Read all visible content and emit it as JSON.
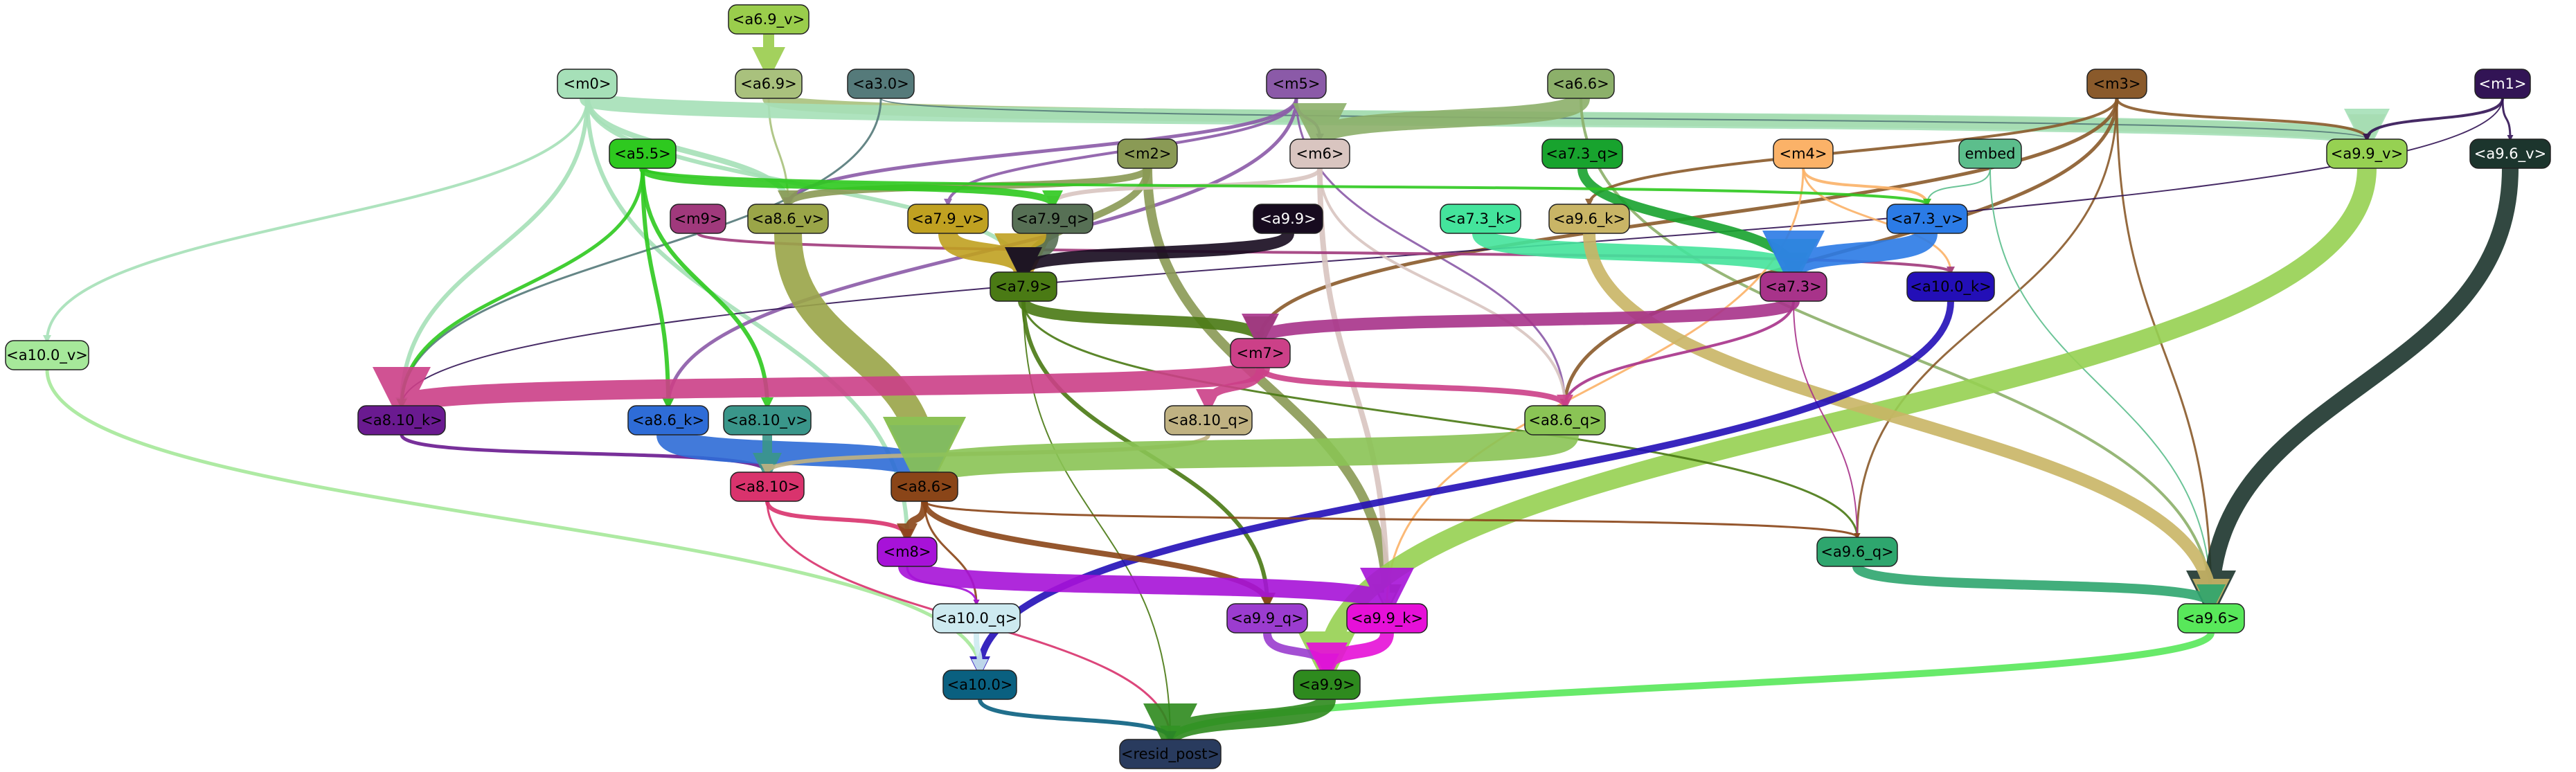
{
  "nodes": [
    {
      "id": "a6.9_v",
      "label": "<a6.9_v>",
      "color": "#9acd4c",
      "text": "#000000"
    },
    {
      "id": "a6.9",
      "label": "<a6.9>",
      "color": "#a9c17d",
      "text": "#000000"
    },
    {
      "id": "a3.0",
      "label": "<a3.0>",
      "color": "#557a7a",
      "text": "#000000"
    },
    {
      "id": "m0",
      "label": "<m0>",
      "color": "#a6e0b8",
      "text": "#000000"
    },
    {
      "id": "m5",
      "label": "<m5>",
      "color": "#8b5aa8",
      "text": "#000000"
    },
    {
      "id": "a6.6",
      "label": "<a6.6>",
      "color": "#8cb06a",
      "text": "#000000"
    },
    {
      "id": "m3",
      "label": "<m3>",
      "color": "#8a5a2b",
      "text": "#000000"
    },
    {
      "id": "m1",
      "label": "<m1>",
      "color": "#321455",
      "text": "#ffffff"
    },
    {
      "id": "m2",
      "label": "<m2>",
      "color": "#8a9a55",
      "text": "#000000"
    },
    {
      "id": "m6",
      "label": "<m6>",
      "color": "#d9c5c0",
      "text": "#000000"
    },
    {
      "id": "a7.3_q",
      "label": "<a7.3_q>",
      "color": "#18a32e",
      "text": "#000000"
    },
    {
      "id": "m4",
      "label": "<m4>",
      "color": "#fbb268",
      "text": "#000000"
    },
    {
      "id": "embed",
      "label": "embed",
      "color": "#5cbe8c",
      "text": "#000000"
    },
    {
      "id": "a9.9_v",
      "label": "<a9.9_v>",
      "color": "#96d152",
      "text": "#000000"
    },
    {
      "id": "a9.6_v",
      "label": "<a9.6_v>",
      "color": "#1c352d",
      "text": "#ffffff"
    },
    {
      "id": "a5.5",
      "label": "<a5.5>",
      "color": "#2ec91f",
      "text": "#000000"
    },
    {
      "id": "m9",
      "label": "<m9>",
      "color": "#a0397c",
      "text": "#000000"
    },
    {
      "id": "a8.6_v",
      "label": "<a8.6_v>",
      "color": "#9aa548",
      "text": "#000000"
    },
    {
      "id": "a7.9_v",
      "label": "<a7.9_v>",
      "color": "#c0a121",
      "text": "#000000"
    },
    {
      "id": "a7.9_q",
      "label": "<a7.9_q>",
      "color": "#577055",
      "text": "#000000"
    },
    {
      "id": "a9.9",
      "label": "<a9.9>",
      "color": "#170b1f",
      "text": "#ffffff"
    },
    {
      "id": "a7.3_k",
      "label": "<a7.3_k>",
      "color": "#44e49c",
      "text": "#000000"
    },
    {
      "id": "a9.6_k",
      "label": "<a9.6_k>",
      "color": "#c9b566",
      "text": "#000000"
    },
    {
      "id": "a7.3_v",
      "label": "<a7.3_v>",
      "color": "#2b7be6",
      "text": "#000000"
    },
    {
      "id": "a10.0_v",
      "label": "<a10.0_v>",
      "color": "#a6e89a",
      "text": "#000000"
    },
    {
      "id": "a7.9",
      "label": "<a7.9>",
      "color": "#4a7a14",
      "text": "#000000"
    },
    {
      "id": "a7.3",
      "label": "<a7.3>",
      "color": "#a8338a",
      "text": "#000000"
    },
    {
      "id": "a10.0_k",
      "label": "<a10.0_k>",
      "color": "#230fb7",
      "text": "#000000"
    },
    {
      "id": "m7",
      "label": "<m7>",
      "color": "#cc4088",
      "text": "#000000"
    },
    {
      "id": "a8.10_k",
      "label": "<a8.10_k>",
      "color": "#6a1a90",
      "text": "#000000"
    },
    {
      "id": "a8.6_k",
      "label": "<a8.6_k>",
      "color": "#2e6cd7",
      "text": "#000000"
    },
    {
      "id": "a8.10_v",
      "label": "<a8.10_v>",
      "color": "#3a968a",
      "text": "#000000"
    },
    {
      "id": "a8.10_q",
      "label": "<a8.10_q>",
      "color": "#c0b282",
      "text": "#000000"
    },
    {
      "id": "a8.6_q",
      "label": "<a8.6_q>",
      "color": "#8ac455",
      "text": "#000000"
    },
    {
      "id": "a8.10",
      "label": "<a8.10>",
      "color": "#d9336d",
      "text": "#000000"
    },
    {
      "id": "a8.6",
      "label": "<a8.6>",
      "color": "#8a4518",
      "text": "#000000"
    },
    {
      "id": "m8",
      "label": "<m8>",
      "color": "#a712d8",
      "text": "#000000"
    },
    {
      "id": "a9.6_q",
      "label": "<a9.6_q>",
      "color": "#2ea66e",
      "text": "#000000"
    },
    {
      "id": "a9.6",
      "label": "<a9.6>",
      "color": "#58e85a",
      "text": "#000000"
    },
    {
      "id": "a10.0_q",
      "label": "<a10.0_q>",
      "color": "#cdeaf0",
      "text": "#000000"
    },
    {
      "id": "a9.9_q",
      "label": "<a9.9_q>",
      "color": "#9b3ccf",
      "text": "#000000"
    },
    {
      "id": "a9.9_k",
      "label": "<a9.9_k>",
      "color": "#e610d8",
      "text": "#000000"
    },
    {
      "id": "a10.0",
      "label": "<a10.0>",
      "color": "#0a6080",
      "text": "#000000"
    },
    {
      "id": "a9.9b",
      "label": "<a9.9>",
      "color": "#2e8a1e",
      "text": "#000000"
    },
    {
      "id": "resid_post",
      "label": "<resid_post>",
      "color": "#293b5e",
      "text": "#000000"
    }
  ],
  "edges": [
    {
      "from": "a6.9_v",
      "to": "a6.9",
      "color": "#9acd4c",
      "weight": 16
    },
    {
      "from": "a6.9",
      "to": "a9.9_v",
      "color": "#a9c17d",
      "weight": 18
    },
    {
      "from": "a6.9",
      "to": "a8.6_v",
      "color": "#a9c17d",
      "weight": 3
    },
    {
      "from": "m0",
      "to": "a9.9_v",
      "color": "#a6e0b8",
      "weight": 22
    },
    {
      "from": "m0",
      "to": "a10.0_v",
      "color": "#a6e0b8",
      "weight": 4
    },
    {
      "from": "m0",
      "to": "a8.10_k",
      "color": "#a6e0b8",
      "weight": 6
    },
    {
      "from": "m0",
      "to": "m8",
      "color": "#a6e0b8",
      "weight": 6
    },
    {
      "from": "m0",
      "to": "a8.6_v",
      "color": "#a6e0b8",
      "weight": 8
    },
    {
      "from": "m0",
      "to": "a7.9",
      "color": "#a6e0b8",
      "weight": 6
    },
    {
      "from": "a3.0",
      "to": "a8.10_k",
      "color": "#557a7a",
      "weight": 3
    },
    {
      "from": "a3.0",
      "to": "a9.9_v",
      "color": "#557a7a",
      "weight": 2
    },
    {
      "from": "m5",
      "to": "a8.6_v",
      "color": "#8b5aa8",
      "weight": 5
    },
    {
      "from": "m5",
      "to": "a8.6_k",
      "color": "#8b5aa8",
      "weight": 5
    },
    {
      "from": "m5",
      "to": "m6",
      "color": "#8b5aa8",
      "weight": 4
    },
    {
      "from": "m5",
      "to": "a7.9_v",
      "color": "#8b5aa8",
      "weight": 4
    },
    {
      "from": "m5",
      "to": "a8.6_q",
      "color": "#8b5aa8",
      "weight": 3
    },
    {
      "from": "a6.6",
      "to": "m6",
      "color": "#8cb06a",
      "weight": 26
    },
    {
      "from": "a6.6",
      "to": "a9.6",
      "color": "#8cb06a",
      "weight": 4
    },
    {
      "from": "m3",
      "to": "a8.6_q",
      "color": "#8a5a2b",
      "weight": 5
    },
    {
      "from": "m3",
      "to": "m7",
      "color": "#8a5a2b",
      "weight": 5
    },
    {
      "from": "m3",
      "to": "a9.6_q",
      "color": "#8a5a2b",
      "weight": 3
    },
    {
      "from": "m3",
      "to": "a9.9_v",
      "color": "#8a5a2b",
      "weight": 4
    },
    {
      "from": "m3",
      "to": "a9.6_k",
      "color": "#8a5a2b",
      "weight": 4
    },
    {
      "from": "m3",
      "to": "a9.6",
      "color": "#8a5a2b",
      "weight": 3
    },
    {
      "from": "m1",
      "to": "a9.9_v",
      "color": "#321455",
      "weight": 4
    },
    {
      "from": "m1",
      "to": "a9.6_v",
      "color": "#321455",
      "weight": 3
    },
    {
      "from": "m1",
      "to": "a8.10_k",
      "color": "#321455",
      "weight": 2
    },
    {
      "from": "m2",
      "to": "a9.9_k",
      "color": "#8a9a55",
      "weight": 14
    },
    {
      "from": "m2",
      "to": "a8.6_v",
      "color": "#8a9a55",
      "weight": 10
    },
    {
      "from": "m2",
      "to": "a7.9",
      "color": "#8a9a55",
      "weight": 10
    },
    {
      "from": "m6",
      "to": "a9.9_k",
      "color": "#d9c5c0",
      "weight": 8
    },
    {
      "from": "m6",
      "to": "a8.6_q",
      "color": "#d9c5c0",
      "weight": 4
    },
    {
      "from": "m6",
      "to": "a7.9_q",
      "color": "#d9c5c0",
      "weight": 6
    },
    {
      "from": "a7.3_q",
      "to": "a7.3",
      "color": "#18a32e",
      "weight": 14
    },
    {
      "from": "m4",
      "to": "a7.3_v",
      "color": "#fbb268",
      "weight": 4
    },
    {
      "from": "m4",
      "to": "a9.9_k",
      "color": "#fbb268",
      "weight": 3
    },
    {
      "from": "m4",
      "to": "a10.0_k",
      "color": "#fbb268",
      "weight": 3
    },
    {
      "from": "embed",
      "to": "a9.6",
      "color": "#5cbe8c",
      "weight": 2
    },
    {
      "from": "embed",
      "to": "a7.3_v",
      "color": "#5cbe8c",
      "weight": 2
    },
    {
      "from": "a9.9_v",
      "to": "a9.9b",
      "color": "#96d152",
      "weight": 28
    },
    {
      "from": "a9.6_v",
      "to": "a9.6",
      "color": "#1c352d",
      "weight": 24
    },
    {
      "from": "a5.5",
      "to": "a8.6_k",
      "color": "#2ec91f",
      "weight": 6
    },
    {
      "from": "a5.5",
      "to": "a8.10_v",
      "color": "#2ec91f",
      "weight": 6
    },
    {
      "from": "a5.5",
      "to": "a8.10_k",
      "color": "#2ec91f",
      "weight": 5
    },
    {
      "from": "a5.5",
      "to": "a7.9_q",
      "color": "#2ec91f",
      "weight": 10
    },
    {
      "from": "a5.5",
      "to": "a7.3_v",
      "color": "#2ec91f",
      "weight": 4
    },
    {
      "from": "m9",
      "to": "a10.0_k",
      "color": "#a0397c",
      "weight": 4
    },
    {
      "from": "a8.6_v",
      "to": "a8.6",
      "color": "#9aa548",
      "weight": 40
    },
    {
      "from": "a7.9_v",
      "to": "a7.9",
      "color": "#c0a121",
      "weight": 28
    },
    {
      "from": "a7.9_q",
      "to": "a7.9",
      "color": "#577055",
      "weight": 18
    },
    {
      "from": "a9.9",
      "to": "a7.9",
      "color": "#170b1f",
      "weight": 18
    },
    {
      "from": "a7.3_k",
      "to": "a7.3",
      "color": "#44e49c",
      "weight": 24
    },
    {
      "from": "a9.6_k",
      "to": "a9.6",
      "color": "#c9b566",
      "weight": 18
    },
    {
      "from": "a7.3_v",
      "to": "a7.3",
      "color": "#2b7be6",
      "weight": 30
    },
    {
      "from": "a10.0_v",
      "to": "a10.0",
      "color": "#a6e89a",
      "weight": 5
    },
    {
      "from": "a7.9",
      "to": "m7",
      "color": "#4a7a14",
      "weight": 16
    },
    {
      "from": "a7.9",
      "to": "a9.9_q",
      "color": "#4a7a14",
      "weight": 6
    },
    {
      "from": "a7.9",
      "to": "a9.6_q",
      "color": "#4a7a14",
      "weight": 3
    },
    {
      "from": "a7.9",
      "to": "resid_post",
      "color": "#4a7a14",
      "weight": 2
    },
    {
      "from": "a7.3",
      "to": "m7",
      "color": "#a8338a",
      "weight": 18
    },
    {
      "from": "a7.3",
      "to": "a8.6_q",
      "color": "#a8338a",
      "weight": 4
    },
    {
      "from": "a7.3",
      "to": "a9.6_q",
      "color": "#a8338a",
      "weight": 2
    },
    {
      "from": "a10.0_k",
      "to": "a10.0",
      "color": "#230fb7",
      "weight": 10
    },
    {
      "from": "m7",
      "to": "a8.10_k",
      "color": "#cc4088",
      "weight": 28
    },
    {
      "from": "m7",
      "to": "a8.10_q",
      "color": "#cc4088",
      "weight": 12
    },
    {
      "from": "m7",
      "to": "a8.6_q",
      "color": "#cc4088",
      "weight": 8
    },
    {
      "from": "a8.10_k",
      "to": "a8.10",
      "color": "#6a1a90",
      "weight": 5
    },
    {
      "from": "a8.6_k",
      "to": "a8.6",
      "color": "#2e6cd7",
      "weight": 34
    },
    {
      "from": "a8.10_v",
      "to": "a8.10",
      "color": "#3a968a",
      "weight": 14
    },
    {
      "from": "a8.10_q",
      "to": "a8.10",
      "color": "#c0b282",
      "weight": 6
    },
    {
      "from": "a8.6_q",
      "to": "a8.6",
      "color": "#8ac455",
      "weight": 40
    },
    {
      "from": "a8.10",
      "to": "m8",
      "color": "#d9336d",
      "weight": 6
    },
    {
      "from": "a8.10",
      "to": "resid_post",
      "color": "#d9336d",
      "weight": 3
    },
    {
      "from": "a8.6",
      "to": "m8",
      "color": "#8a4518",
      "weight": 10
    },
    {
      "from": "a8.6",
      "to": "a9.9_q",
      "color": "#8a4518",
      "weight": 8
    },
    {
      "from": "a8.6",
      "to": "a9.6_q",
      "color": "#8a4518",
      "weight": 3
    },
    {
      "from": "a8.6",
      "to": "a10.0_q",
      "color": "#8a4518",
      "weight": 3
    },
    {
      "from": "m8",
      "to": "a9.9_k",
      "color": "#a712d8",
      "weight": 26
    },
    {
      "from": "m8",
      "to": "a10.0_q",
      "color": "#a712d8",
      "weight": 3
    },
    {
      "from": "a9.6_q",
      "to": "a9.6",
      "color": "#2ea66e",
      "weight": 14
    },
    {
      "from": "a9.6",
      "to": "resid_post",
      "color": "#58e85a",
      "weight": 10
    },
    {
      "from": "a10.0_q",
      "to": "a10.0",
      "color": "#cdeaf0",
      "weight": 8
    },
    {
      "from": "a9.9_q",
      "to": "a9.9b",
      "color": "#9b3ccf",
      "weight": 12
    },
    {
      "from": "a9.9_k",
      "to": "a9.9b",
      "color": "#e610d8",
      "weight": 20
    },
    {
      "from": "a10.0",
      "to": "resid_post",
      "color": "#0a6080",
      "weight": 6
    },
    {
      "from": "a9.9b",
      "to": "resid_post",
      "color": "#2e8a1e",
      "weight": 26
    }
  ]
}
